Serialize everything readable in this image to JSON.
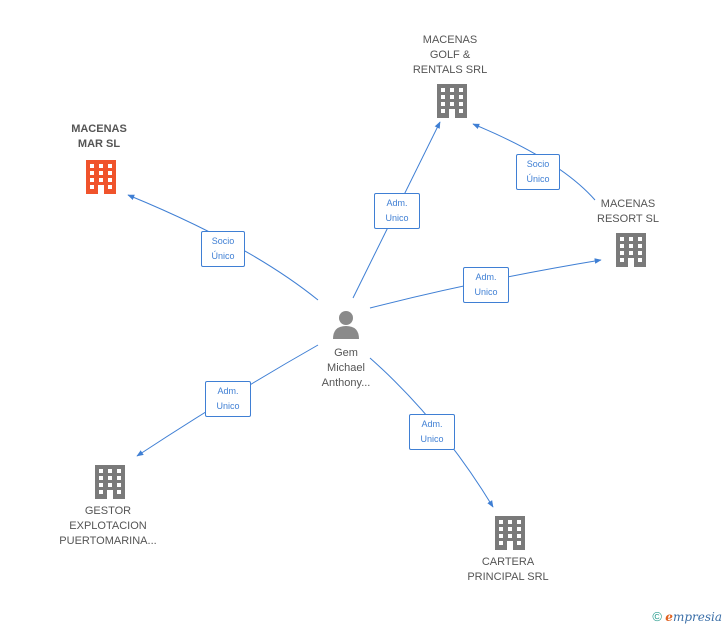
{
  "colors": {
    "edge": "#3f7fd4",
    "building": "#7a7a7a",
    "building_highlight": "#f0532b",
    "person": "#8a8a8a"
  },
  "nodes": {
    "center": {
      "name": [
        "Gem",
        "Michael",
        "Anthony..."
      ],
      "icon": "person-icon"
    },
    "macenas_mar": {
      "name": [
        "MACENAS",
        "MAR SL"
      ],
      "icon": "building-icon"
    },
    "macenas_golf": {
      "name": [
        "MACENAS",
        "GOLF &",
        "RENTALS SRL"
      ],
      "icon": "building-icon"
    },
    "macenas_resort": {
      "name": [
        "MACENAS",
        "RESORT SL"
      ],
      "icon": "building-icon"
    },
    "gestor": {
      "name": [
        "GESTOR",
        "EXPLOTACION",
        "PUERTOMARINA..."
      ],
      "icon": "building-icon"
    },
    "cartera": {
      "name": [
        "CARTERA",
        "PRINCIPAL SRL"
      ],
      "icon": "building-icon"
    }
  },
  "edges": {
    "to_mar": [
      "Socio",
      "Único"
    ],
    "to_golf": [
      "Adm.",
      "Unico"
    ],
    "resort_to_golf": [
      "Socio",
      "Único"
    ],
    "to_resort": [
      "Adm.",
      "Unico"
    ],
    "to_gestor": [
      "Adm.",
      "Unico"
    ],
    "to_cartera": [
      "Adm.",
      "Unico"
    ]
  },
  "brand": {
    "copyright": "©",
    "e": "e",
    "rest": "mpresia"
  }
}
